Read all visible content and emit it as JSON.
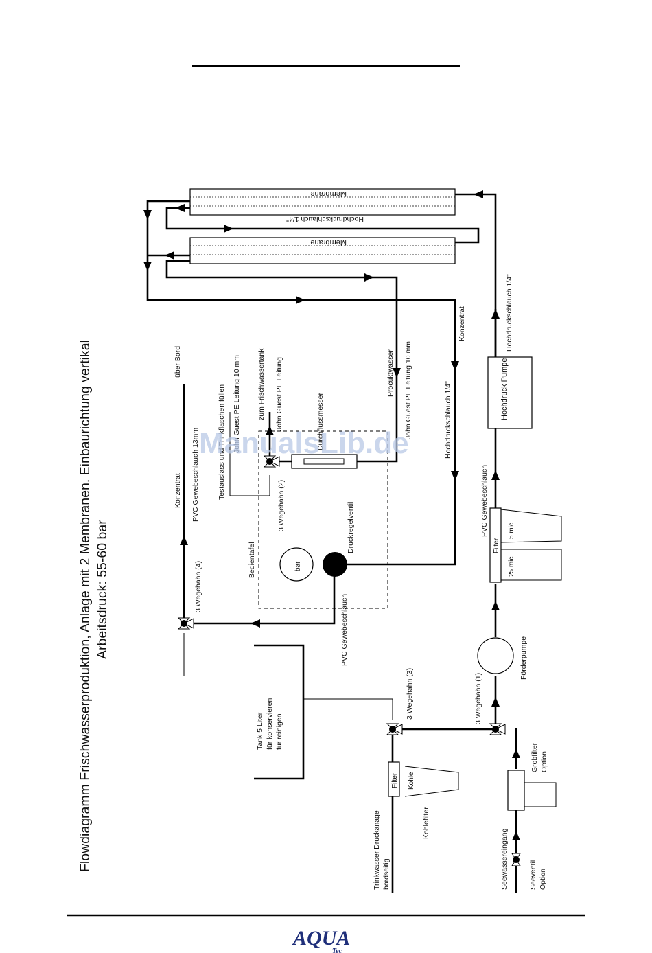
{
  "title": {
    "line1": "Flowdiagramm Frischwasserproduktion, Anlage mit 2 Membranen. Einbaurichtung vertikal",
    "line2": "Arbeitsdruck: 55-60 bar"
  },
  "membranes": {
    "top": "Membrane",
    "bottom": "Membrane"
  },
  "labels": {
    "hochdruck_top": "Hochdruckschlauch 1/4\"",
    "hochdruck_right": "Hochdruckschlauch 1/4\"",
    "hochdruck_mid": "Hochdruckschlauch 1/4\"",
    "konzentrat_right": "Konzentrat",
    "produktwasser": "Procuktwasser",
    "john_guest_right": "John Guest PE Leitung 10 mm",
    "hochdruck_pumpe": "Hochdruck Pumpe",
    "pvc_top": "PVC Gewebeschlauch",
    "filter_main": "Filter",
    "mic5": "5 mic",
    "mic25": "25 mic",
    "foerderpumpe": "Förderpumpe",
    "wegehahn1": "3 Wegehahn (1)",
    "grobfilter": "Grobfilter",
    "grobfilter_option": "Option",
    "seewassereingang": "Seewassereingang",
    "seeventil": "Seeventil",
    "seeventil_option": "Option",
    "druckregelventil": "Druckregelventil",
    "durchflussmesser": "Durchflussmesser",
    "bar": "bar",
    "bedientafel": "Bedientafel",
    "pvc_left": "PVC Gewebeschlauch",
    "wegehahn2": "3 Wegehahn (2)",
    "john_guest_mid": "John Guest PE Leitung",
    "frischwassertank": "zum Frischwassertank",
    "testauslass": "Testauslass und Trinkflaschen füllen",
    "guest_pe_10": "John Guest PE Leitung 10 mm",
    "wegehahn4": "3 Wegehahn (4)",
    "pvc_13mm": "PVC Gewebeschlauch 13mm",
    "konzentrat_left": "Konzentrat",
    "ueber_bord": "über Bord",
    "wegehahn3": "3 Wegehahn (3)",
    "tank_line1": "Tank 5 Liter",
    "tank_line2": "für konservieren",
    "tank_line3": "für reinigen",
    "filter_kohle": "Filter",
    "kohle": "Kohle",
    "kohlefilter": "Kohlefilter",
    "trinkwasser_line1": "Trinkwasser Druckanage",
    "trinkwasser_line2": "bordseitig"
  },
  "watermark": "ManualsLib.de",
  "footer": {
    "logo": "AQUA",
    "logo_sub": "Tec"
  }
}
